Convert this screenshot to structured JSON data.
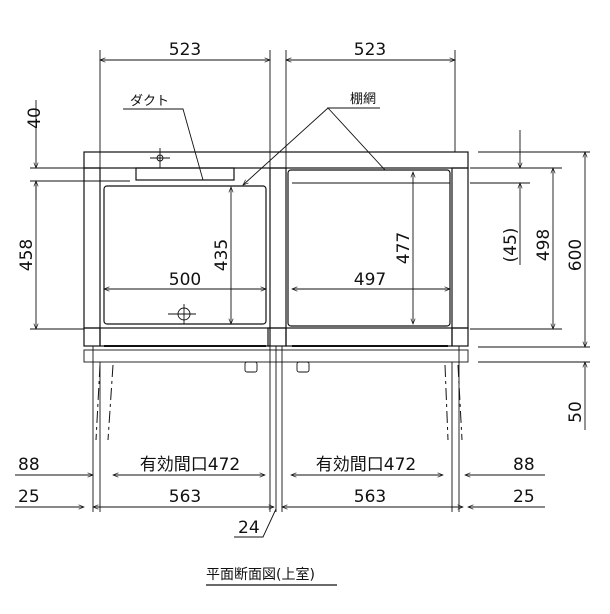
{
  "drawing": {
    "title": "平面断面図(上室)",
    "labels": {
      "duct": "ダクト",
      "shelf_net": "棚網"
    },
    "dimensions": {
      "top_left_width": "523",
      "top_right_width": "523",
      "left_top_gap": "40",
      "left_height": "458",
      "left_inner_height": "435",
      "left_inner_width": "500",
      "right_inner_height": "477",
      "right_inner_width": "497",
      "right_gap": "(45)",
      "right_inner_total": "498",
      "total_depth": "600",
      "door_depth": "50",
      "left_offset_upper": "88",
      "left_offset_lower": "25",
      "right_offset_upper": "88",
      "right_offset_lower": "25",
      "left_opening": "有効間口472",
      "right_opening": "有効間口472",
      "left_door_width": "563",
      "right_door_width": "563",
      "center_gap": "24"
    },
    "colors": {
      "line": "#111111",
      "background": "#ffffff"
    }
  }
}
